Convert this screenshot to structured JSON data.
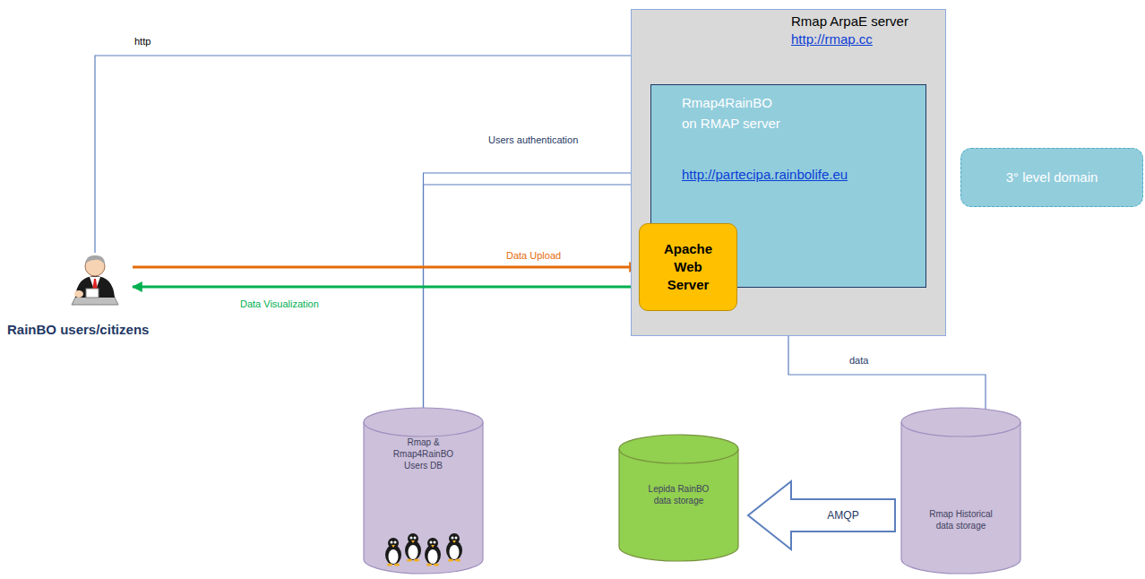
{
  "diagram": {
    "nodes": [
      {
        "text": [
          "Rmap ArpaE server",
          "http://rmap.cc"
        ]
      },
      {
        "text": [
          "Rmap4RainBO on RMAP server",
          "http://partecipa.rainbolife.eu"
        ],
        "in": 0
      },
      {
        "text": [
          "Apache Web Server"
        ],
        "in": 0
      },
      {
        "text": [
          "3° level domain"
        ]
      },
      {
        "text": [
          "RainBO users/citizens"
        ]
      },
      {
        "text": [
          "Rmap & Rmap4RainBO Users DB"
        ]
      },
      {
        "text": [
          "Lepida RainBO data storage"
        ]
      },
      {
        "text": [
          "Rmap Historical data storage"
        ]
      }
    ],
    "edges": [
      {
        "from": 4,
        "to": 0,
        "arrow": "none",
        "label": "http"
      },
      {
        "from": 5,
        "to": 1,
        "arrow": "none",
        "label": "Users authentication"
      },
      {
        "from": 5,
        "to": 0,
        "arrow": "none"
      },
      {
        "from": 4,
        "to": 2,
        "arrow": "to",
        "label": "Data Upload"
      },
      {
        "from": 2,
        "to": 4,
        "arrow": "to",
        "label": "Data Visualization"
      },
      {
        "from": 0,
        "to": 7,
        "arrow": "none",
        "label": "data"
      },
      {
        "from": 7,
        "to": 6,
        "arrow": "to",
        "label": "AMQP"
      }
    ]
  }
}
